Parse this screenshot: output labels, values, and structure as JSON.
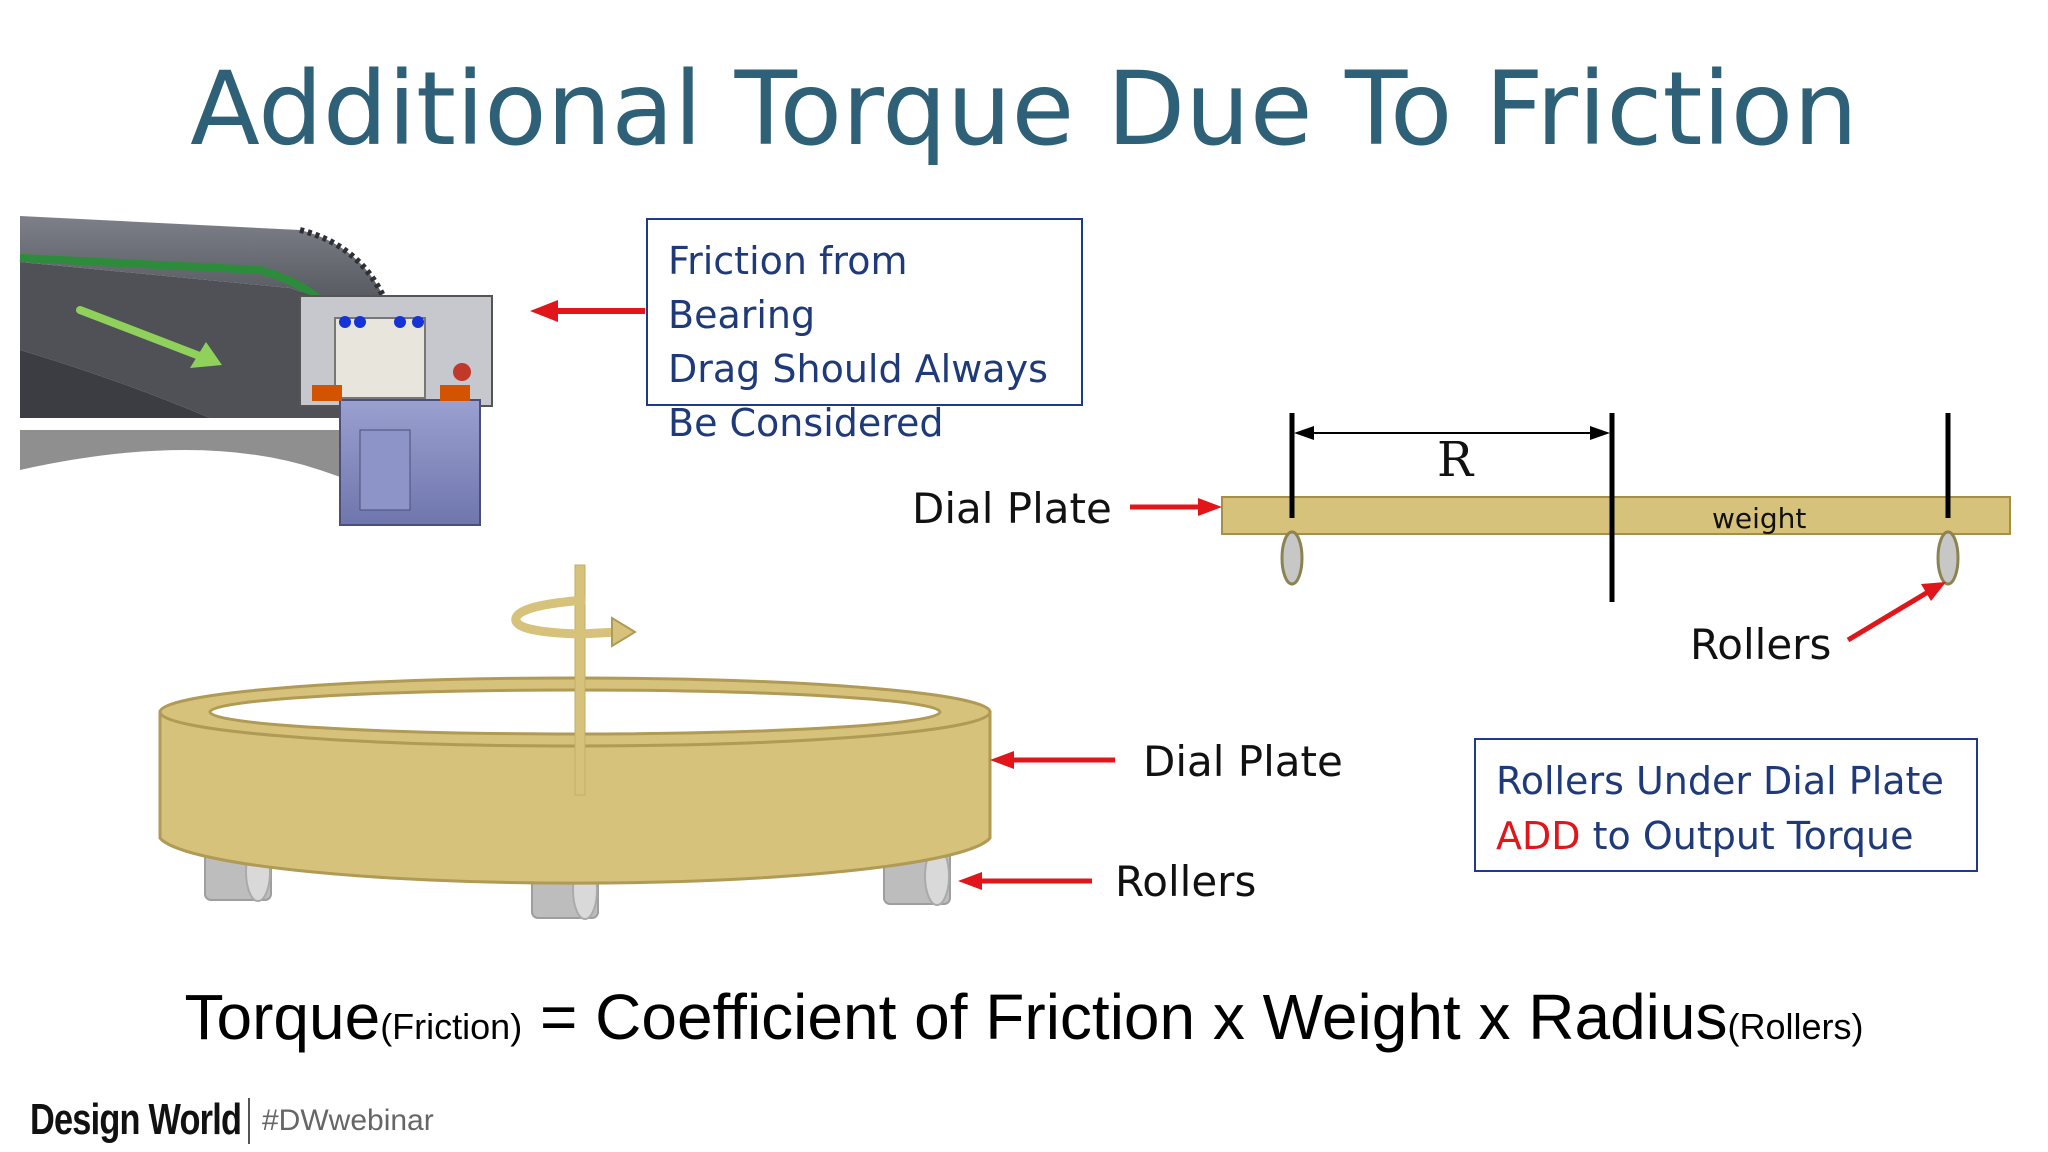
{
  "title": "Additional Torque Due To Friction",
  "friction_callout": {
    "lines": [
      "Friction from Bearing",
      "Drag Should Always",
      "Be Considered"
    ]
  },
  "beam_diagram": {
    "r_label": "R",
    "weight_label": "weight",
    "dial_plate_label": "Dial Plate",
    "rollers_label": "Rollers"
  },
  "dial_diagram": {
    "dial_plate_label": "Dial Plate",
    "rollers_label": "Rollers"
  },
  "rollers_callout": {
    "line1": "Rollers Under Dial Plate",
    "line2_highlight": "ADD",
    "line2_rest": " to Output Torque"
  },
  "formula": {
    "torque": "Torque",
    "torque_sub": "(Friction)",
    "middle": " = Coefficient of Friction x Weight x Radius",
    "radius_sub": "(Rollers)"
  },
  "footer": {
    "brand": "Design World",
    "tag": "#DWwebinar"
  },
  "colors": {
    "title": "#2e6077",
    "plate": "#d6c27a",
    "arrow": "#e0161b",
    "callout_border": "#1f3a8a",
    "highlight": "#e0161b"
  }
}
